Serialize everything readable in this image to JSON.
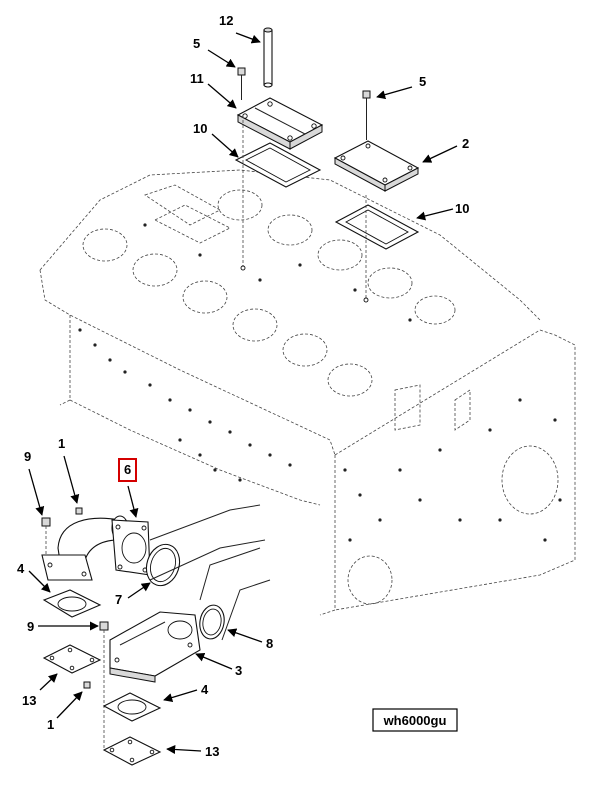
{
  "diagram": {
    "callouts": {
      "c12": "12",
      "c5a": "5",
      "c11": "11",
      "c10a": "10",
      "c5b": "5",
      "c2": "2",
      "c10b": "10",
      "c1a": "1",
      "c9a": "9",
      "c6": "6",
      "c4a": "4",
      "c7": "7",
      "c9b": "9",
      "c8": "8",
      "c3": "3",
      "c13a": "13",
      "c4b": "4",
      "c1b": "1",
      "c13b": "13"
    },
    "highlighted_callout": "6",
    "reference_code": "wh6000gu",
    "colors": {
      "highlight": "#d40000",
      "ink": "#111111",
      "background": "#ffffff"
    }
  }
}
